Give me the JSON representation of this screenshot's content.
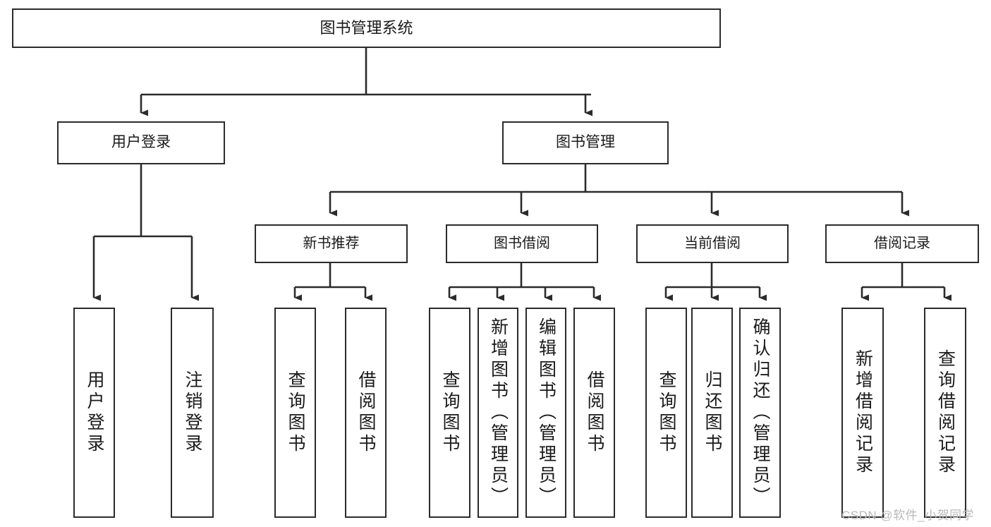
{
  "diagram": {
    "title": "图书管理系统",
    "type": "tree-hierarchy-chart",
    "root": {
      "id": "root",
      "label": "图书管理系统"
    },
    "level1": [
      {
        "id": "user-login",
        "label": "用户登录"
      },
      {
        "id": "book-management",
        "label": "图书管理"
      }
    ],
    "level2": [
      {
        "id": "new-book-recommend",
        "label": "新书推荐",
        "parent": "book-management"
      },
      {
        "id": "book-borrow",
        "label": "图书借阅",
        "parent": "book-management"
      },
      {
        "id": "current-borrow",
        "label": "当前借阅",
        "parent": "book-management"
      },
      {
        "id": "borrow-record",
        "label": "借阅记录",
        "parent": "book-management"
      }
    ],
    "leaves": [
      {
        "id": "leaf-user-login",
        "label": "用户登录",
        "parent": "user-login"
      },
      {
        "id": "leaf-logout-login",
        "label": "注销登录",
        "parent": "user-login"
      },
      {
        "id": "leaf-query-book-1",
        "label": "查询图书",
        "parent": "new-book-recommend"
      },
      {
        "id": "leaf-borrow-book-1",
        "label": "借阅图书",
        "parent": "new-book-recommend"
      },
      {
        "id": "leaf-query-book-2",
        "label": "查询图书",
        "parent": "book-borrow"
      },
      {
        "id": "leaf-add-book",
        "label": "新增图书（管理员）",
        "parent": "book-borrow"
      },
      {
        "id": "leaf-edit-book",
        "label": "编辑图书（管理员）",
        "parent": "book-borrow"
      },
      {
        "id": "leaf-borrow-book-2",
        "label": "借阅图书",
        "parent": "book-borrow"
      },
      {
        "id": "leaf-query-book-3",
        "label": "查询图书",
        "parent": "current-borrow"
      },
      {
        "id": "leaf-return-book",
        "label": "归还图书",
        "parent": "current-borrow"
      },
      {
        "id": "leaf-confirm-return",
        "label": "确认归还（管理员）",
        "parent": "current-borrow"
      },
      {
        "id": "leaf-add-record",
        "label": "新增借阅记录",
        "parent": "borrow-record"
      },
      {
        "id": "leaf-query-record",
        "label": "查询借阅记录",
        "parent": "borrow-record"
      }
    ],
    "colors": {
      "line": "#2b2b2b",
      "box_border": "#2b2b2b",
      "box_fill": "#ffffff",
      "text": "#1a1a1a",
      "watermark": "#b9b9b9"
    }
  },
  "watermark": {
    "text": "CSDN @软件_小贺同学"
  }
}
